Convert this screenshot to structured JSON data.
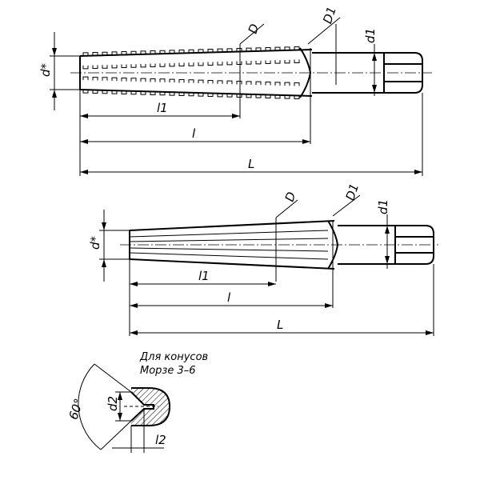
{
  "labels": {
    "top": {
      "d_star": "d*",
      "D": "D",
      "D1": "D1",
      "d1": "d1",
      "l1": "l1",
      "l": "l",
      "L": "L"
    },
    "middle": {
      "d_star": "d*",
      "D": "D",
      "D1": "D1",
      "d1": "d1",
      "l1": "l1",
      "l": "l",
      "L": "L"
    },
    "detail": {
      "note_line1": "Для конусов",
      "note_line2": "Морзе 3–6",
      "angle": "60°",
      "d2": "d2",
      "l2": "l2"
    }
  }
}
